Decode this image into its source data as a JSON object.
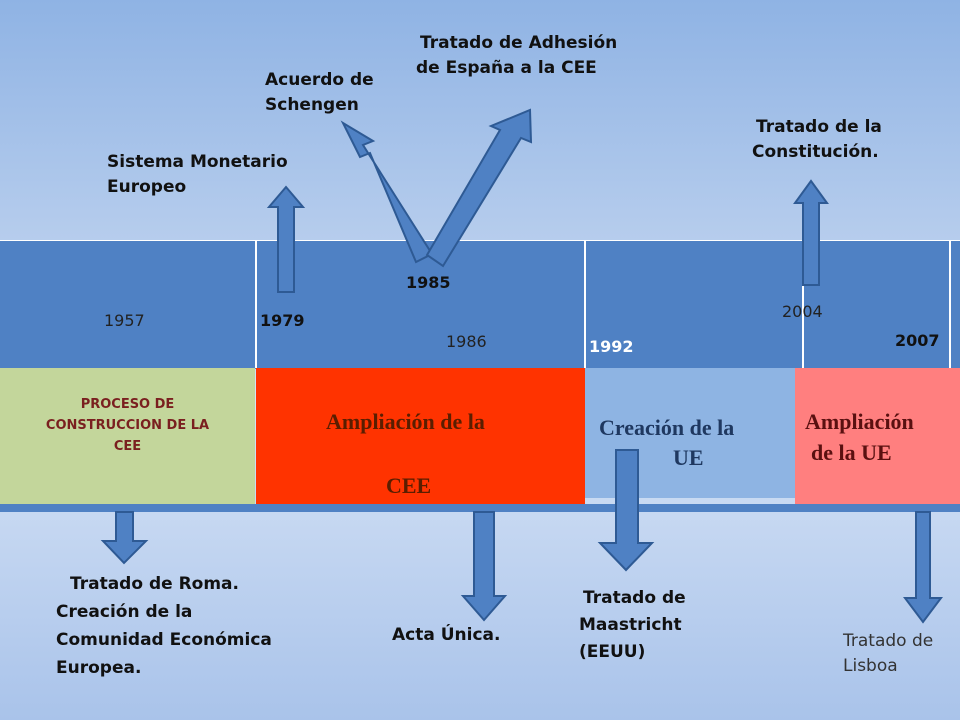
{
  "timeline": {
    "years": {
      "y1957": "1957",
      "y1979": "1979",
      "y1985": "1985",
      "y1986": "1986",
      "y1992": "1992",
      "y2004": "2004",
      "y2007": "2007"
    }
  },
  "periods": {
    "cee_process": {
      "line1": "PROCESO DE",
      "line2": "CONSTRUCCION DE  LA",
      "line3": "CEE",
      "color": "#c3d69b"
    },
    "cee_enlargement": {
      "line1": "Ampliación de la",
      "line2": "CEE",
      "color": "#ff3300"
    },
    "eu_creation": {
      "line1": "Creación de la",
      "line2": "UE",
      "color": "#8eb4e3"
    },
    "eu_enlargement": {
      "line1": "Ampliación",
      "line2": "de la UE",
      "color": "#ff7f7f"
    }
  },
  "events": {
    "sme": {
      "line1": "Sistema Monetario",
      "line2": "Europeo"
    },
    "schengen": {
      "line1": "Acuerdo de",
      "line2": "Schengen"
    },
    "spain": {
      "line1": "Tratado de Adhesión",
      "line2": "de España a la CEE"
    },
    "constitution": {
      "line1": "Tratado de la",
      "line2": "Constitución."
    },
    "rome": {
      "line1": "Tratado de Roma.",
      "line2": "Creación de la",
      "line3": "Comunidad Económica",
      "line4": "Europea."
    },
    "single_act": {
      "line1": "Acta Única."
    },
    "maastricht": {
      "line1": "Tratado de",
      "line2": "Maastricht",
      "line3": "(EEUU)"
    },
    "lisbon": {
      "line1": "Tratado de",
      "line2": "Lisboa"
    }
  },
  "colors": {
    "band": "#4f81c4",
    "arrow_fill": "#4f81c4",
    "arrow_stroke": "#2e5a94"
  }
}
